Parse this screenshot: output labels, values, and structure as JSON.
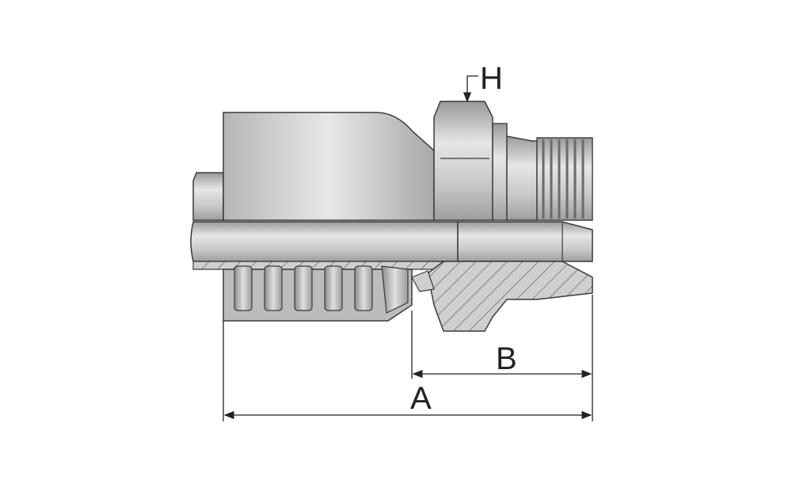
{
  "diagram": {
    "dimension_labels": {
      "h": "H",
      "b": "B",
      "a": "A"
    },
    "colors": {
      "metal_light": "#dcdcdc",
      "metal_mid": "#bdbdbd",
      "metal_dark": "#8f8f8f",
      "outline": "#3a3a3a",
      "hatch": "#555555",
      "dimension_line": "#222222"
    }
  }
}
